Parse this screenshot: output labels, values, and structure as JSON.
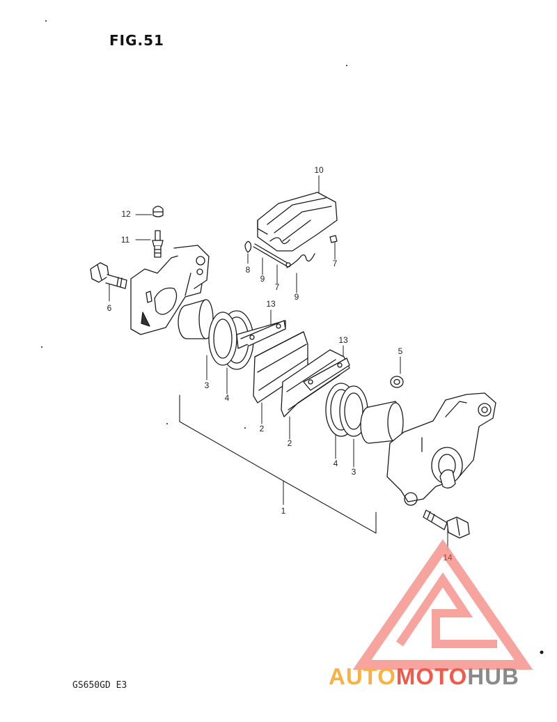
{
  "figure": {
    "title": "FIG.51",
    "model": "GS650GD E3"
  },
  "watermark": {
    "parts": [
      {
        "text": "AUTO",
        "color": "#fbb040"
      },
      {
        "text": "MOTO",
        "color": "#f15a4a"
      },
      {
        "text": "HUB",
        "color": "#8a8a8a"
      }
    ],
    "logo_color": "#f59a92"
  },
  "callouts": [
    {
      "id": "callout-12",
      "text": "12"
    },
    {
      "id": "callout-11",
      "text": "11"
    },
    {
      "id": "callout-6",
      "text": "6"
    },
    {
      "id": "callout-10",
      "text": "10"
    },
    {
      "id": "callout-8",
      "text": "8"
    },
    {
      "id": "callout-9a",
      "text": "9"
    },
    {
      "id": "callout-7a",
      "text": "7"
    },
    {
      "id": "callout-9b",
      "text": "9"
    },
    {
      "id": "callout-7b",
      "text": "7"
    },
    {
      "id": "callout-13a",
      "text": "13"
    },
    {
      "id": "callout-13b",
      "text": "13"
    },
    {
      "id": "callout-5",
      "text": "5"
    },
    {
      "id": "callout-3a",
      "text": "3"
    },
    {
      "id": "callout-4a",
      "text": "4"
    },
    {
      "id": "callout-2a",
      "text": "2"
    },
    {
      "id": "callout-2b",
      "text": "2"
    },
    {
      "id": "callout-4b",
      "text": "4"
    },
    {
      "id": "callout-3b",
      "text": "3"
    },
    {
      "id": "callout-1",
      "text": "1"
    },
    {
      "id": "callout-14",
      "text": "14"
    }
  ]
}
